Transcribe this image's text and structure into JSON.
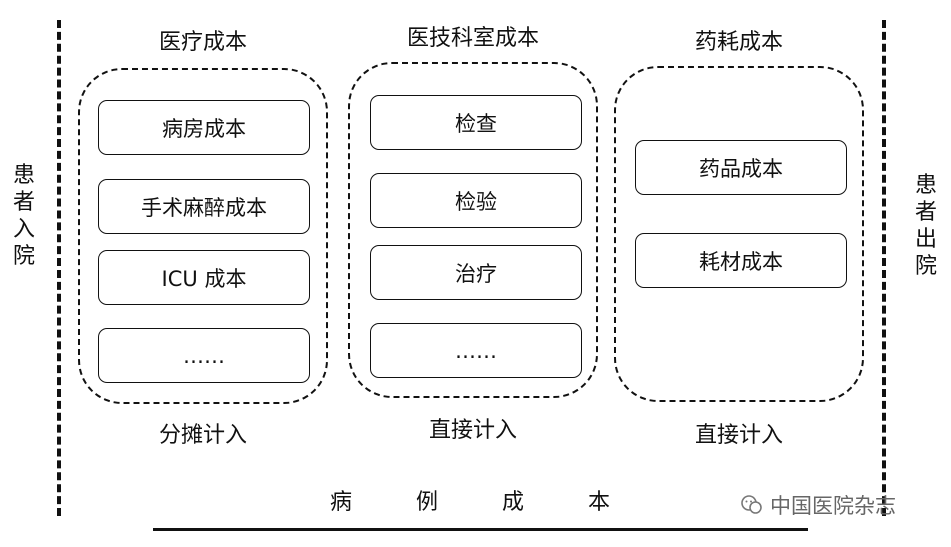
{
  "left_side": {
    "chars": [
      "患",
      "者",
      "入",
      "院"
    ]
  },
  "right_side": {
    "chars": [
      "患",
      "者",
      "出",
      "院"
    ]
  },
  "groups": [
    {
      "title": "医疗成本",
      "items": [
        "病房成本",
        "手术麻醉成本",
        "ICU 成本",
        "……"
      ],
      "note": "分摊计入"
    },
    {
      "title": "医技科室成本",
      "items": [
        "检查",
        "检验",
        "治疗",
        "……"
      ],
      "note": "直接计入"
    },
    {
      "title": "药耗成本",
      "items": [
        "药品成本",
        "耗材成本"
      ],
      "note": "直接计入"
    }
  ],
  "bottom": {
    "label": "病例成本"
  },
  "watermark": {
    "text": "中国医院杂志"
  }
}
